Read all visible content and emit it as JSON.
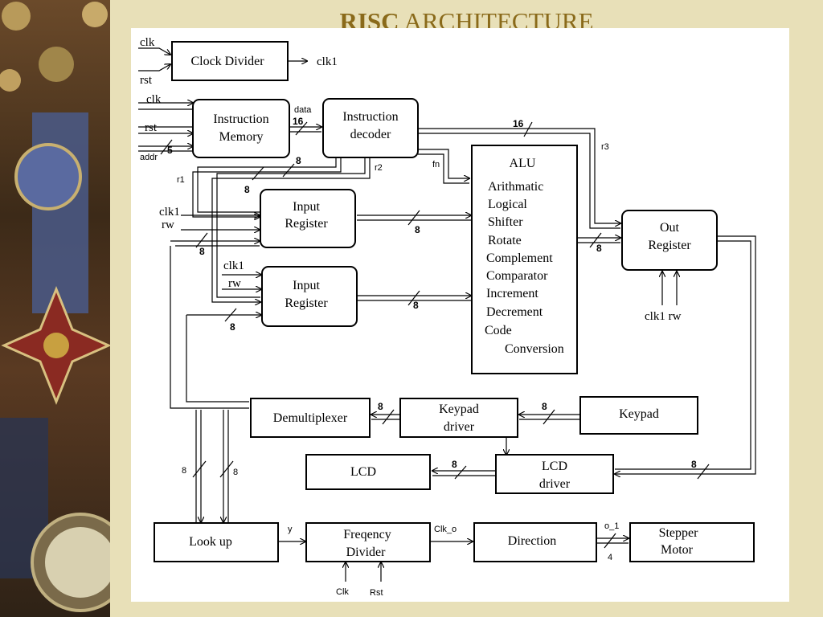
{
  "title": {
    "bold": "RISC",
    "rest": " ARCHITECTURE"
  },
  "blocks": {
    "clock_divider": "Clock Divider",
    "instr_mem": [
      "Instruction",
      "Memory"
    ],
    "instr_dec": [
      "Instruction",
      "decoder"
    ],
    "input_reg1": [
      "Input",
      "Register"
    ],
    "input_reg2": [
      "Input",
      "Register"
    ],
    "alu_title": "ALU",
    "alu_ops": [
      "Arithmatic",
      "Logical",
      "Shifter",
      "Rotate",
      "Complement",
      "Comparator",
      "Increment",
      "Decrement",
      "Code",
      "Conversion"
    ],
    "out_reg": [
      "Out",
      "Register"
    ],
    "demux": "Demultiplexer",
    "keypad_driver": [
      "Keypad",
      "driver"
    ],
    "keypad": "Keypad",
    "lcd": "LCD",
    "lcd_driver": [
      "LCD",
      "driver"
    ],
    "lookup": "Look up",
    "freq_div": [
      "Freqency",
      "Divider"
    ],
    "direction": "Direction",
    "stepper": [
      "Stepper",
      "Motor"
    ]
  },
  "signals": {
    "clk": "clk",
    "rst": "rst",
    "clk1_out": "clk1",
    "addr": "addr",
    "data": "data",
    "r1": "r1",
    "r2": "r2",
    "r3": "r3",
    "fn": "fn",
    "clk1": "clk1",
    "rw": "rw",
    "out_clk_rw": "clk1 rw",
    "y": "y",
    "clk_o": "Clk_o",
    "o_1": "o_1",
    "Clk": "Clk",
    "Rst": "Rst"
  },
  "bus_widths": {
    "w16": "16",
    "w5": "5",
    "w8": "8",
    "w4": "4"
  }
}
